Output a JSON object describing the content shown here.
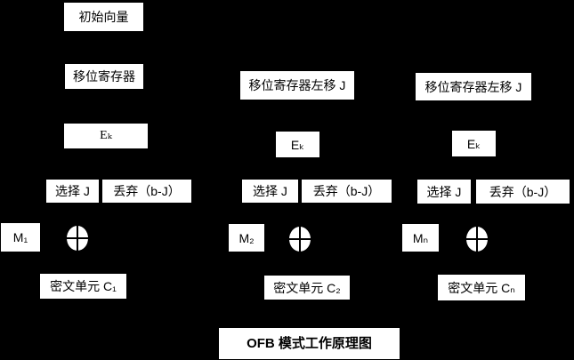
{
  "diagram": {
    "title": "OFB 模式工作原理图",
    "colors": {
      "background": "#000000",
      "box_fill": "#ffffff",
      "box_text": "#000000"
    },
    "icons": {
      "xor": "⊕"
    },
    "columns": [
      {
        "initial_vector": "初始向量",
        "shift_register": "移位寄存器",
        "cipher_function": "Eₖ",
        "select": "选择 J",
        "discard": "丢弃（b-J）",
        "message": "M₁",
        "ciphertext": "密文单元 C₁"
      },
      {
        "shift_register": "移位寄存器左移 J",
        "cipher_function": "Eₖ",
        "select": "选择 J",
        "discard": "丢弃（b-J）",
        "message": "M₂",
        "ciphertext": "密文单元 C₂"
      },
      {
        "shift_register": "移位寄存器左移 J",
        "cipher_function": "Eₖ",
        "select": "选择 J",
        "discard": "丢弃（b-J）",
        "message": "Mₙ",
        "ciphertext": "密文单元 Cₙ"
      }
    ]
  }
}
